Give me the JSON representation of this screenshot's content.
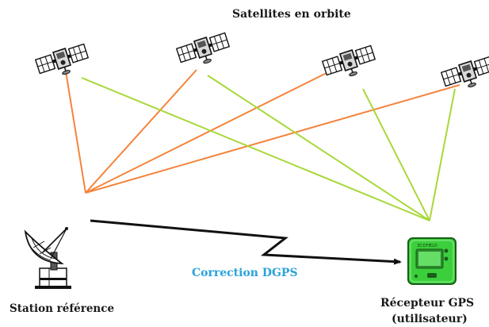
{
  "title": "Satellites en orbite",
  "correction_label": "Correction DGPS",
  "station_label": "Station référence",
  "receiver_label_line1": "Récepteur GPS",
  "receiver_label_line2": "(utilisateur)",
  "device_brand": "ECOFIELD",
  "satellites": [
    "satellite-1",
    "satellite-2",
    "satellite-3",
    "satellite-4"
  ],
  "colors": {
    "orange_link": "#f4843c",
    "green_link": "#a8d83a",
    "correction_arrow": "#111111",
    "correction_text": "#29a3d9",
    "device_green": "#33cc33"
  },
  "icons": [
    "satellite-icon",
    "satellite-dish-icon",
    "gps-receiver-icon"
  ]
}
